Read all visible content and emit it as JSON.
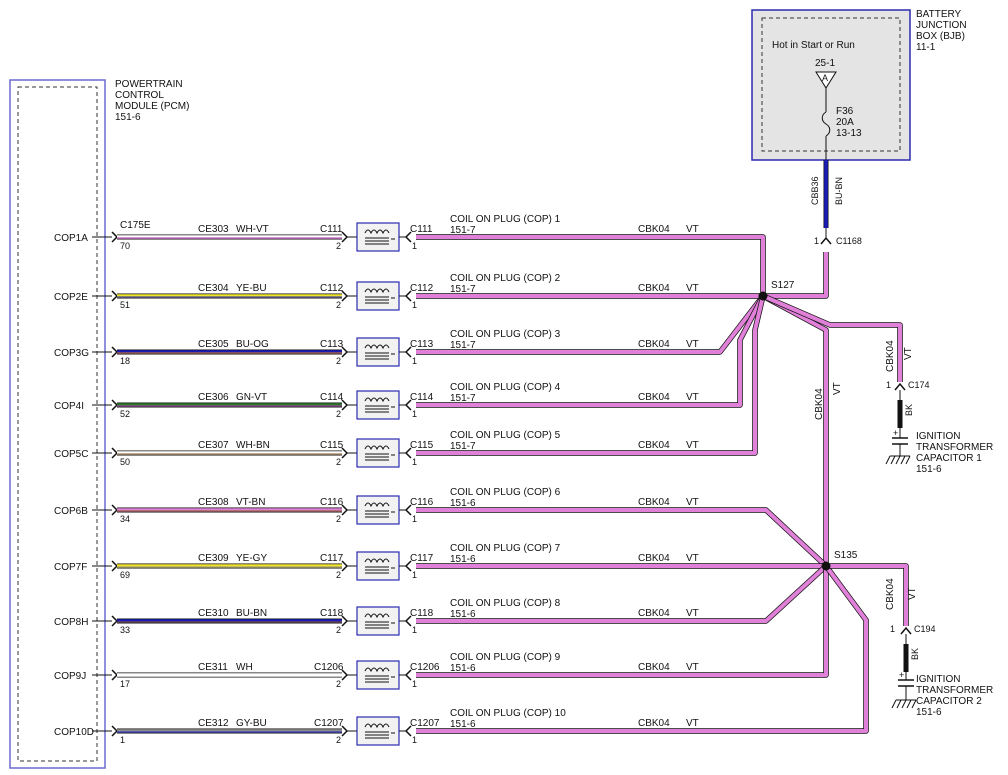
{
  "pcm": {
    "title_lines": [
      "POWERTRAIN",
      "CONTROL",
      "MODULE (PCM)",
      "151-6"
    ],
    "connector": "C175E"
  },
  "bjb": {
    "title_lines": [
      "BATTERY",
      "JUNCTION",
      "BOX (BJB)",
      "11-1"
    ],
    "hot_text": "Hot in Start or Run",
    "ref": "25-1",
    "triangle_label": "A",
    "fuse_lines": [
      "F36",
      "20A",
      "13-13"
    ]
  },
  "feed": {
    "circuit": "CBB36",
    "color": "BU-BN",
    "color_hex": "#1b1bb8",
    "connector": "C1168",
    "pin": "1"
  },
  "splices": {
    "s127": "S127",
    "s135": "S135"
  },
  "trunk": {
    "circuit": "CBK04",
    "color": "VT"
  },
  "capacitors": [
    {
      "circuit": "CBK04",
      "color": "VT",
      "connector": "C174",
      "pin": "1",
      "ground_wire": "BK",
      "label_lines": [
        "IGNITION",
        "TRANSFORMER",
        "CAPACITOR 1",
        "151-6"
      ]
    },
    {
      "circuit": "CBK04",
      "color": "VT",
      "connector": "C194",
      "pin": "1",
      "ground_wire": "BK",
      "label_lines": [
        "IGNITION",
        "TRANSFORMER",
        "CAPACITOR 2",
        "151-6"
      ]
    }
  ],
  "coils": [
    {
      "pcm_pin_name": "COP1A",
      "pcm_pin": "70",
      "circuit": "CE303",
      "color": "WH-VT",
      "wire_hex": "#ffffff",
      "stripe_hex": "#b02fb0",
      "connector": "C111",
      "coil_pin": "2",
      "out_connector": "C111",
      "out_pin": "1",
      "coil_label": "COIL ON PLUG (COP) 1",
      "coil_ref": "151-7",
      "out_circuit": "CBK04",
      "out_color": "VT"
    },
    {
      "pcm_pin_name": "COP2E",
      "pcm_pin": "51",
      "circuit": "CE304",
      "color": "YE-BU",
      "wire_hex": "#f0e428",
      "stripe_hex": "#2020c0",
      "connector": "C112",
      "coil_pin": "2",
      "out_connector": "C112",
      "out_pin": "1",
      "coil_label": "COIL ON PLUG (COP) 2",
      "coil_ref": "151-7",
      "out_circuit": "CBK04",
      "out_color": "VT"
    },
    {
      "pcm_pin_name": "COP3G",
      "pcm_pin": "18",
      "circuit": "CE305",
      "color": "BU-OG",
      "wire_hex": "#1b1bb8",
      "stripe_hex": "#e08020",
      "connector": "C113",
      "coil_pin": "2",
      "out_connector": "C113",
      "out_pin": "1",
      "coil_label": "COIL ON PLUG (COP) 3",
      "coil_ref": "151-7",
      "out_circuit": "CBK04",
      "out_color": "VT"
    },
    {
      "pcm_pin_name": "COP4I",
      "pcm_pin": "52",
      "circuit": "CE306",
      "color": "GN-VT",
      "wire_hex": "#2d7a2d",
      "stripe_hex": "#b02fb0",
      "connector": "C114",
      "coil_pin": "2",
      "out_connector": "C114",
      "out_pin": "1",
      "coil_label": "COIL ON PLUG (COP) 4",
      "coil_ref": "151-7",
      "out_circuit": "CBK04",
      "out_color": "VT"
    },
    {
      "pcm_pin_name": "COP5C",
      "pcm_pin": "50",
      "circuit": "CE307",
      "color": "WH-BN",
      "wire_hex": "#ffffff",
      "stripe_hex": "#8a5a2a",
      "connector": "C115",
      "coil_pin": "2",
      "out_connector": "C115",
      "out_pin": "1",
      "coil_label": "COIL ON PLUG (COP) 5",
      "coil_ref": "151-7",
      "out_circuit": "CBK04",
      "out_color": "VT"
    },
    {
      "pcm_pin_name": "COP6B",
      "pcm_pin": "34",
      "circuit": "CE308",
      "color": "VT-BN",
      "wire_hex": "#e080d8",
      "stripe_hex": "#8a5a2a",
      "connector": "C116",
      "coil_pin": "2",
      "out_connector": "C116",
      "out_pin": "1",
      "coil_label": "COIL ON PLUG (COP) 6",
      "coil_ref": "151-6",
      "out_circuit": "CBK04",
      "out_color": "VT"
    },
    {
      "pcm_pin_name": "COP7F",
      "pcm_pin": "69",
      "circuit": "CE309",
      "color": "YE-GY",
      "wire_hex": "#f0e428",
      "stripe_hex": "#909090",
      "connector": "C117",
      "coil_pin": "2",
      "out_connector": "C117",
      "out_pin": "1",
      "coil_label": "COIL ON PLUG (COP) 7",
      "coil_ref": "151-6",
      "out_circuit": "CBK04",
      "out_color": "VT"
    },
    {
      "pcm_pin_name": "COP8H",
      "pcm_pin": "33",
      "circuit": "CE310",
      "color": "BU-BN",
      "wire_hex": "#1b1bb8",
      "stripe_hex": "#8a5a2a",
      "connector": "C118",
      "coil_pin": "2",
      "out_connector": "C118",
      "out_pin": "1",
      "coil_label": "COIL ON PLUG (COP) 8",
      "coil_ref": "151-6",
      "out_circuit": "CBK04",
      "out_color": "VT"
    },
    {
      "pcm_pin_name": "COP9J",
      "pcm_pin": "17",
      "circuit": "CE311",
      "color": "WH",
      "wire_hex": "#ffffff",
      "stripe_hex": "#ffffff",
      "connector": "C1206",
      "coil_pin": "2",
      "out_connector": "C1206",
      "out_pin": "1",
      "coil_label": "COIL ON PLUG (COP) 9",
      "coil_ref": "151-6",
      "out_circuit": "CBK04",
      "out_color": "VT"
    },
    {
      "pcm_pin_name": "COP10D",
      "pcm_pin": "1",
      "circuit": "CE312",
      "color": "GY-BU",
      "wire_hex": "#909090",
      "stripe_hex": "#2020c0",
      "connector": "C1207",
      "coil_pin": "2",
      "out_connector": "C1207",
      "out_pin": "1",
      "coil_label": "COIL ON PLUG (COP) 10",
      "coil_ref": "151-6",
      "out_circuit": "CBK04",
      "out_color": "VT"
    }
  ],
  "colors": {
    "violet_wire": "#e080d8",
    "box_border": "#2b2bb0",
    "pcm_border": "#6a6ad0"
  }
}
